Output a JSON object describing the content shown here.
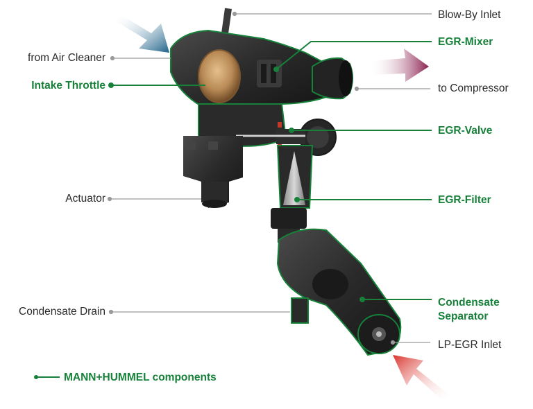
{
  "labels": {
    "blowby_inlet": "Blow-By Inlet",
    "egr_mixer": "EGR-Mixer",
    "to_compressor": "to Compressor",
    "egr_valve": "EGR-Valve",
    "egr_filter": "EGR-Filter",
    "condensate_separator_1": "Condensate",
    "condensate_separator_2": "Separator",
    "lp_egr_inlet": "LP-EGR Inlet",
    "from_air_cleaner": "from Air Cleaner",
    "intake_throttle": "Intake Throttle",
    "actuator": "Actuator",
    "condensate_drain": "Condensate Drain"
  },
  "legend": {
    "text": "MANN+HUMMEL components"
  },
  "colors": {
    "accent_green": "#17813a",
    "leader_gray": "#9a9a9a",
    "body_dark": "#2b2b2b",
    "flow_blue": "#1a5f87",
    "flow_magenta": "#8a1f4e",
    "flow_red": "#d8322b",
    "throttle_bronze": "#b98a55"
  }
}
